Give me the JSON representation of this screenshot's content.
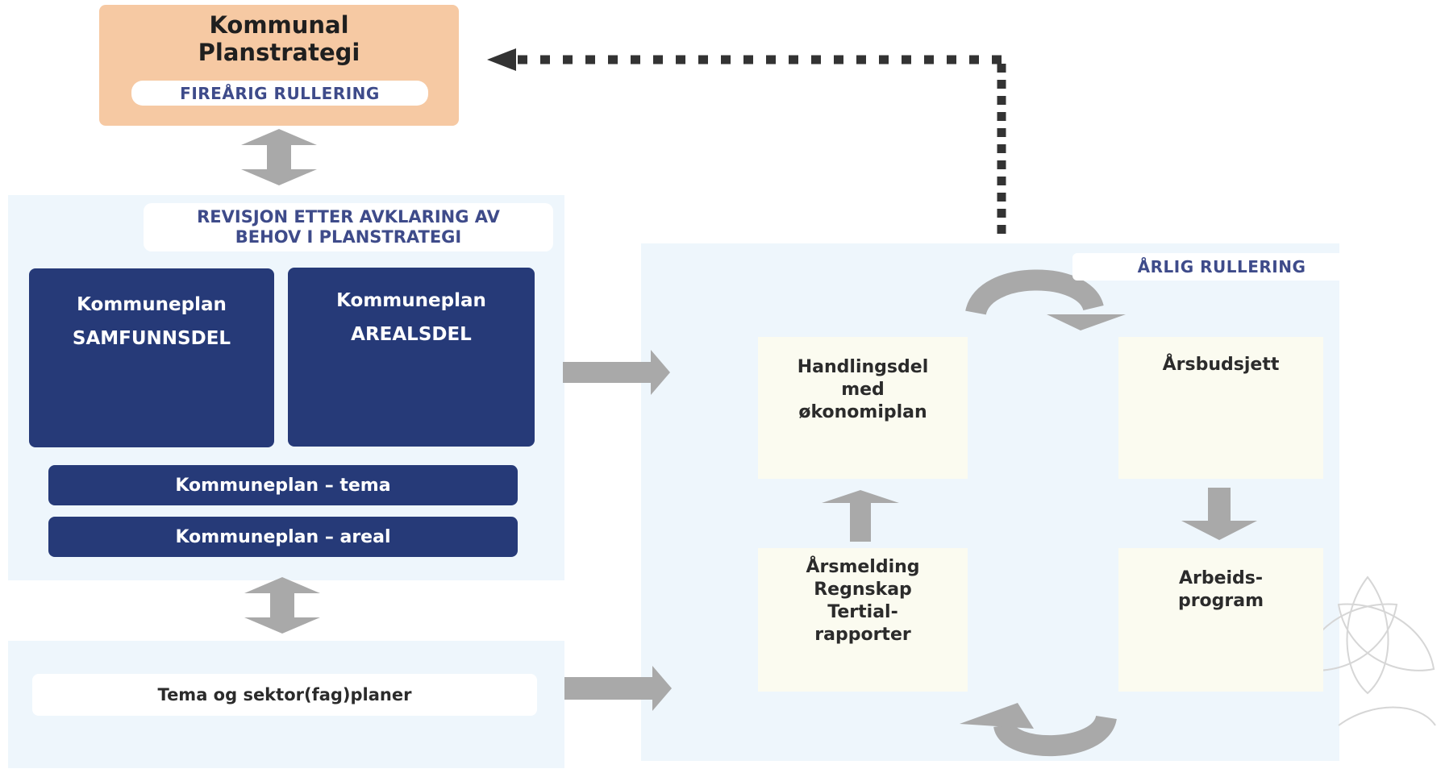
{
  "planstrategi": {
    "title_line1": "Kommunal",
    "title_line2": "Planstrategi",
    "subtitle": "FIREÅRIG RULLERING"
  },
  "revisjon": {
    "line1": "REVISJON ETTER AVKLARING AV",
    "line2": "BEHOV I PLANSTRATEGI"
  },
  "samfunnsdel": {
    "line1": "Kommuneplan",
    "line2": "SAMFUNNSDEL"
  },
  "arealsdel": {
    "line1": "Kommuneplan",
    "line2": "AREALSDEL"
  },
  "bars": {
    "tema": "Kommuneplan – tema",
    "areal": "Kommuneplan – areal"
  },
  "sektor": "Tema og sektor(fag)planer",
  "arlig_rullering": "ÅRLIG RULLERING",
  "cycle": {
    "handlingsdel": [
      "Handlingsdel",
      "med",
      "økonomiplan"
    ],
    "arsbudsjett": "Årsbudsjett",
    "arbeidsprogram": [
      "Arbeids-",
      "program"
    ],
    "arsmelding": [
      "Årsmelding",
      "Regnskap",
      "Tertial-",
      "rapporter"
    ]
  },
  "colors": {
    "planstrategi_box": "#f6c9a3",
    "plan_box_navy": "#263a78",
    "panel_background": "#eef6fc",
    "label_blue": "#3e4b8a",
    "arrow_grey": "#a9a9a9",
    "dotted_arrow": "#333333"
  },
  "icons": {
    "double_arrow": "vertical-double-arrow-icon",
    "right_arrow": "right-arrow-icon",
    "cycle_arrow": "curved-cycle-arrow-icon",
    "watermark": "flower-watermark-icon"
  }
}
